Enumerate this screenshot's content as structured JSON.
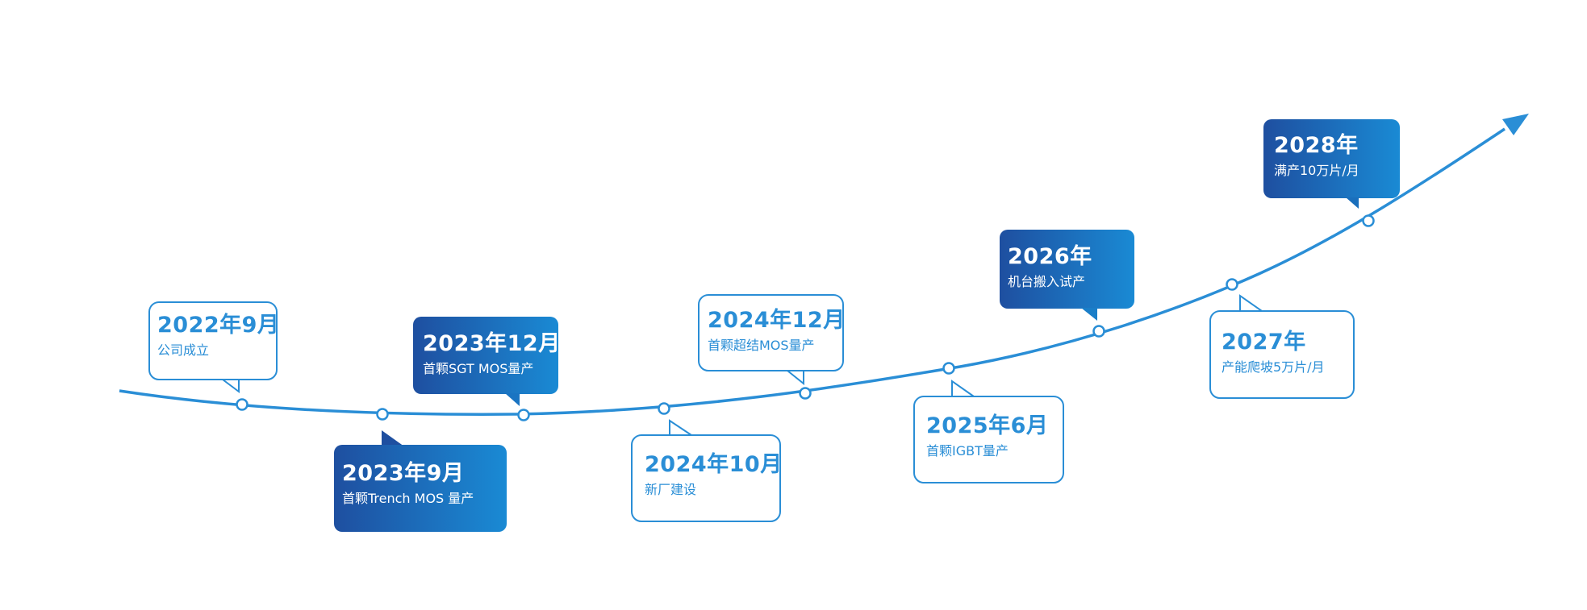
{
  "colors": {
    "line": "#2a8ed6",
    "outline_bubble_border": "#2a8ed6",
    "outline_bubble_text": "#2a8ed6",
    "filled_gradient_start": "#1e4fa0",
    "filled_gradient_end": "#1a8ad4",
    "filled_text": "#ffffff",
    "background": "#ffffff"
  },
  "milestones": [
    {
      "year": "2022年9月",
      "desc": "公司成立",
      "style": "outline"
    },
    {
      "year": "2023年9月",
      "desc": "首颗Trench MOS 量产",
      "style": "filled"
    },
    {
      "year": "2023年12月",
      "desc": "首颗SGT MOS量产",
      "style": "filled"
    },
    {
      "year": "2024年10月",
      "desc": "新厂建设",
      "style": "outline"
    },
    {
      "year": "2024年12月",
      "desc": "首颗超结MOS量产",
      "style": "outline"
    },
    {
      "year": "2025年6月",
      "desc": "首颗IGBT量产",
      "style": "outline"
    },
    {
      "year": "2026年",
      "desc": "机台搬入试产",
      "style": "filled"
    },
    {
      "year": "2027年",
      "desc": "产能爬坡5万片/月",
      "style": "outline"
    },
    {
      "year": "2028年",
      "desc": "满产10万片/月",
      "style": "filled"
    }
  ]
}
